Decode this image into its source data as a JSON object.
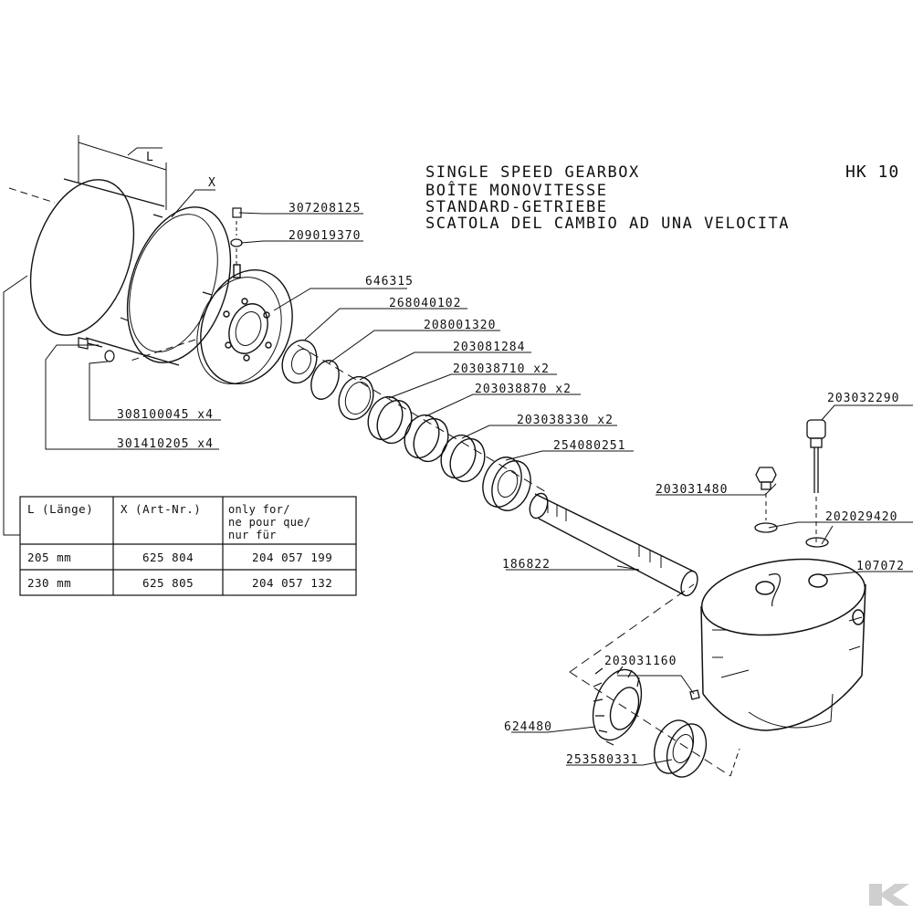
{
  "title": {
    "lines": [
      "SINGLE SPEED GEARBOX",
      "BOÎTE MONOVITESSE",
      "STANDARD-GETRIEBE",
      "SCATOLA DEL CAMBIO AD UNA VELOCITA"
    ],
    "model": "HK 10"
  },
  "dimensions": {
    "length": "L",
    "article": "X"
  },
  "parts": [
    "307208125",
    "209019370",
    "646315",
    "268040102",
    "208001320",
    "203081284",
    "203038710 x2",
    "203038870 x2",
    "203038330 x2",
    "254080251",
    "308100045 x4",
    "301410205 x4",
    "203032290",
    "203031480",
    "202029420",
    "186822",
    "107072",
    "203031160",
    "624480",
    "253580331"
  ],
  "table": {
    "headers": [
      "L (Länge)",
      "X (Art-Nr.)",
      "only for/",
      "ne pour que/",
      "nur für"
    ],
    "rows": [
      [
        "205 mm",
        "625 804",
        "204 057 199"
      ],
      [
        "230 mm",
        "625 805",
        "204 057 132"
      ]
    ]
  },
  "colors": {
    "ink": "#111111",
    "paper": "#ffffff"
  }
}
